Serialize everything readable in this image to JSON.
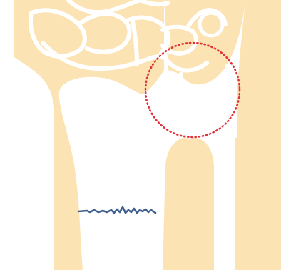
{
  "colors": {
    "background": "#ffffff",
    "bone": "#fbe3b4",
    "joint_lines": "#ffffff",
    "fracture_line": "#3f5f8f",
    "highlight_circle": "#e1323c"
  },
  "features": {
    "bones": [
      "radius",
      "ulna",
      "carpal-bones",
      "metacarpals"
    ],
    "fracture_line": "squiggly-blue",
    "highlight": "red-dotted-circle"
  }
}
